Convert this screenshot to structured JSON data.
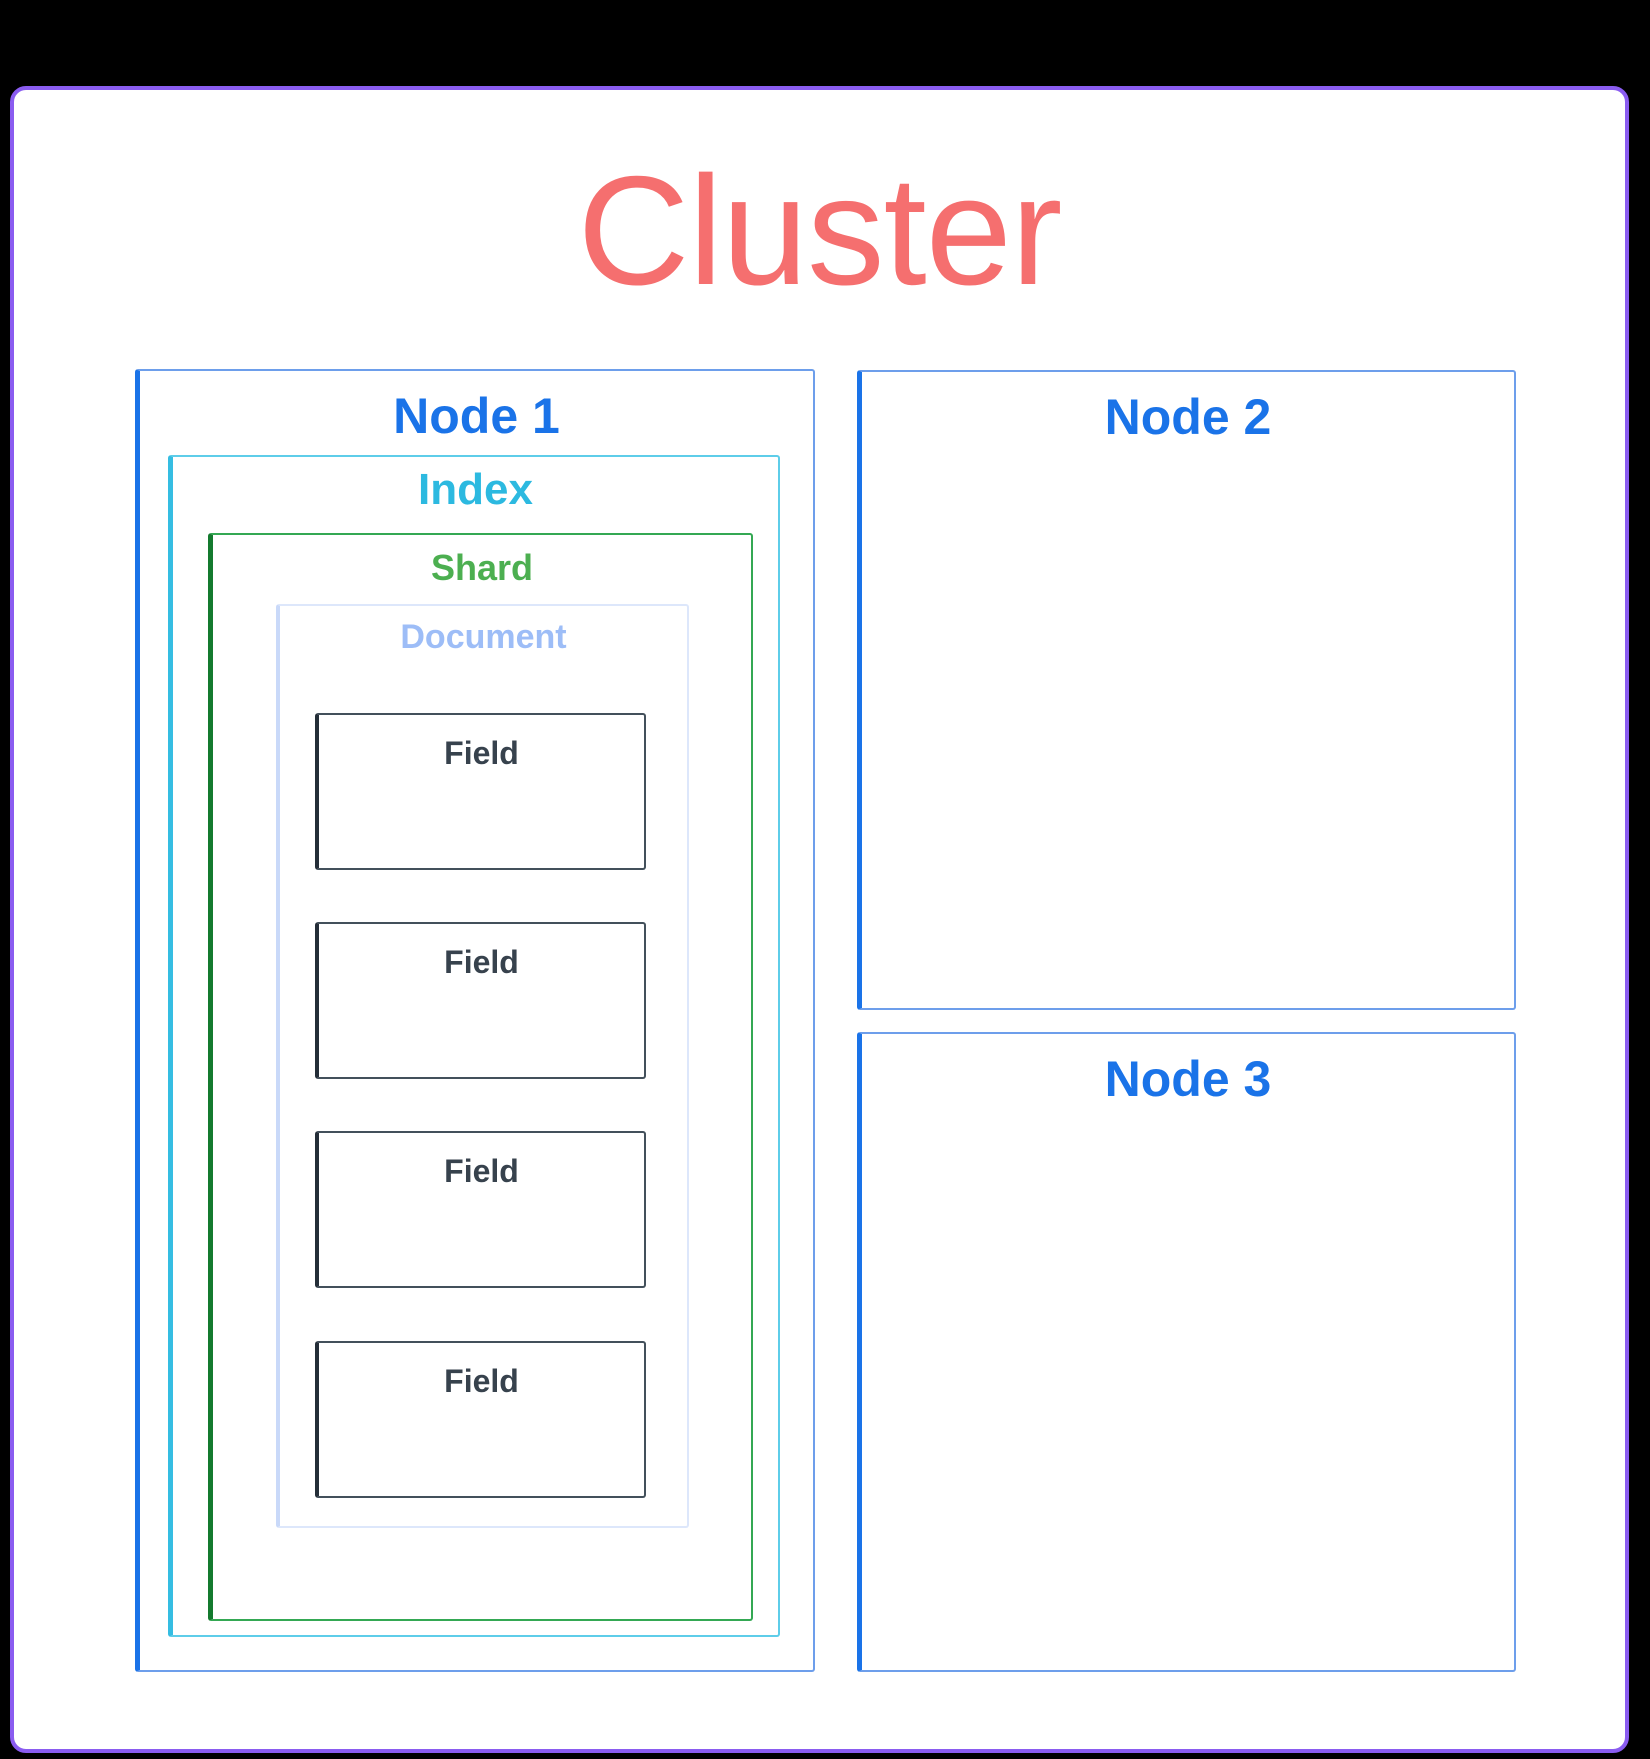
{
  "diagram": {
    "title": "Cluster",
    "node1_label": "Node 1",
    "node2_label": "Node 2",
    "node3_label": "Node 3",
    "index_label": "Index",
    "shard_label": "Shard",
    "document_label": "Document",
    "fields": [
      {
        "label": "Field"
      },
      {
        "label": "Field"
      },
      {
        "label": "Field"
      },
      {
        "label": "Field"
      }
    ]
  },
  "colors": {
    "background": "#000000",
    "canvas_border": "#8A5CF0",
    "title": "#F56F6F",
    "node_accent": "#1A73E8",
    "node_border": "#6D9EEB",
    "index_accent": "#35BDE2",
    "index_border": "#5ECDE9",
    "index_text": "#2CB9E0",
    "shard_accent": "#147A2E",
    "shard_border": "#34A853",
    "shard_text": "#4CAF50",
    "document_accent": "#C9D9F9",
    "document_border": "#DDE7FB",
    "document_text": "#9DBDF7",
    "field_accent": "#242E38",
    "field_border": "#43505B",
    "field_text": "#37424D"
  }
}
